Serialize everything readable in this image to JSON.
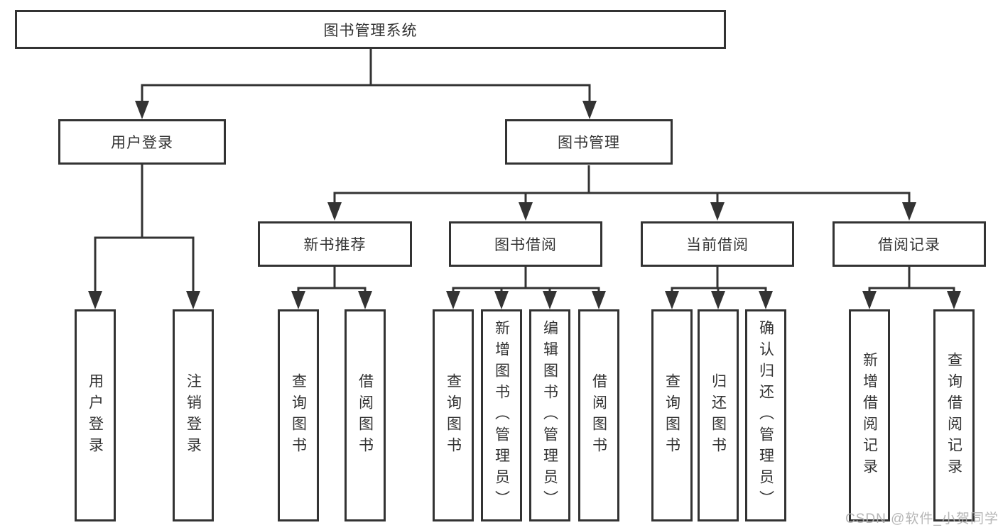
{
  "diagram": {
    "title": "图书管理系统",
    "level2": {
      "user_login": "用户登录",
      "book_mgmt": "图书管理"
    },
    "level3": {
      "new_books": "新书推荐",
      "book_borrow": "图书借阅",
      "current_borrow": "当前借阅",
      "borrow_records": "借阅记录"
    },
    "leaves": {
      "login": "用户登录",
      "logout": "注销登录",
      "nb_query": "查询图书",
      "nb_borrow": "借阅图书",
      "bb_query": "查询图书",
      "bb_add": "新增图书（管理员）",
      "bb_edit": "编辑图书（管理员）",
      "bb_borrow": "借阅图书",
      "cb_query": "查询图书",
      "cb_return": "归还图书",
      "cb_confirm": "确认归还（管理员）",
      "br_add": "新增借阅记录",
      "br_query": "查询借阅记录"
    }
  },
  "watermark": "CSDN @软件_小贺同学",
  "colors": {
    "line": "#333333",
    "text": "#333333",
    "background": "#ffffff",
    "watermark": "#aeaeae"
  }
}
